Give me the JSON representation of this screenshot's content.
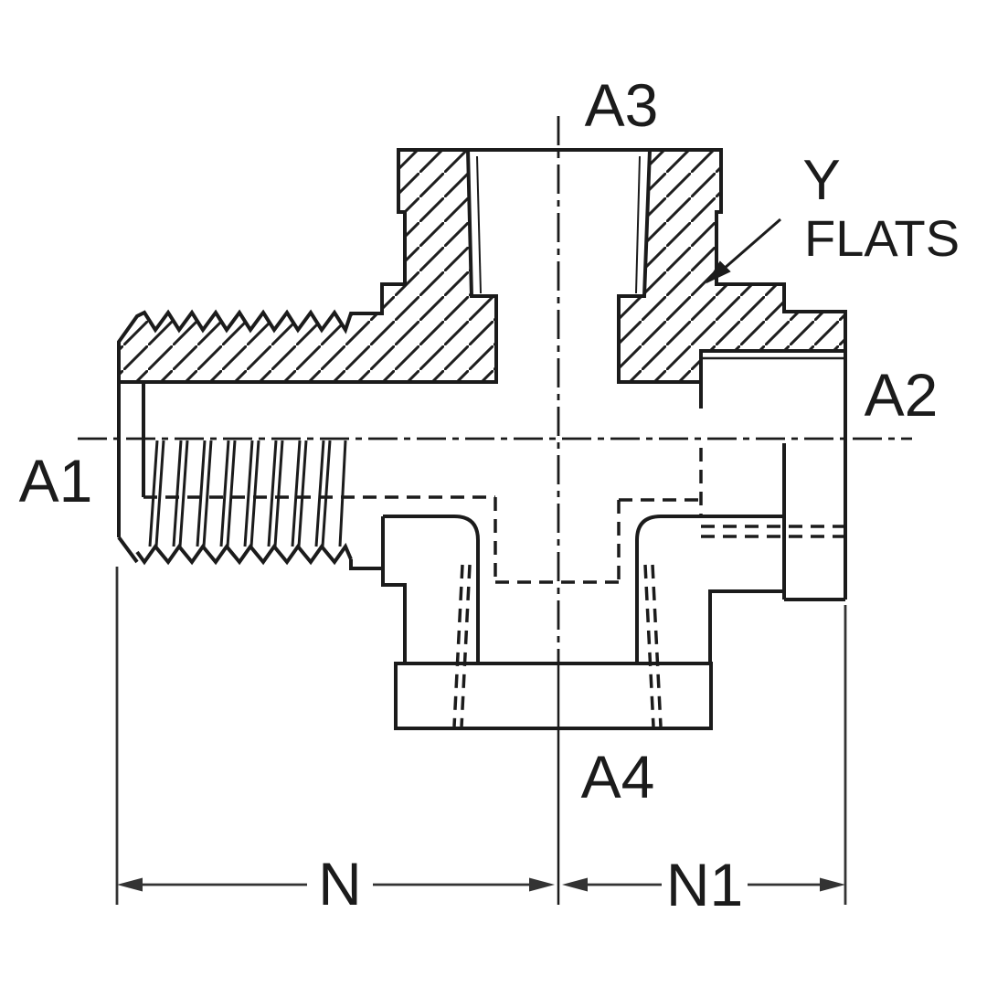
{
  "title": "Cross-section engineering drawing of a 4-port hydraulic cross fitting",
  "labels": {
    "a1": "A1",
    "a2": "A2",
    "a3": "A3",
    "a4": "A4",
    "callout_line1": "Y",
    "callout_line2": "FLATS",
    "dim_n": "N",
    "dim_n1": "N1"
  },
  "features": {
    "left_port": "male tapered thread (A1)",
    "top_port": "female port (A3)",
    "right_port": "female port (A2)",
    "bottom_port": "female flanged port (A4)",
    "callout_target": "wrench flats (Y)"
  },
  "colors": {
    "background": "#ffffff",
    "line": "#1b1b1b",
    "dimension_line": "#333333"
  }
}
